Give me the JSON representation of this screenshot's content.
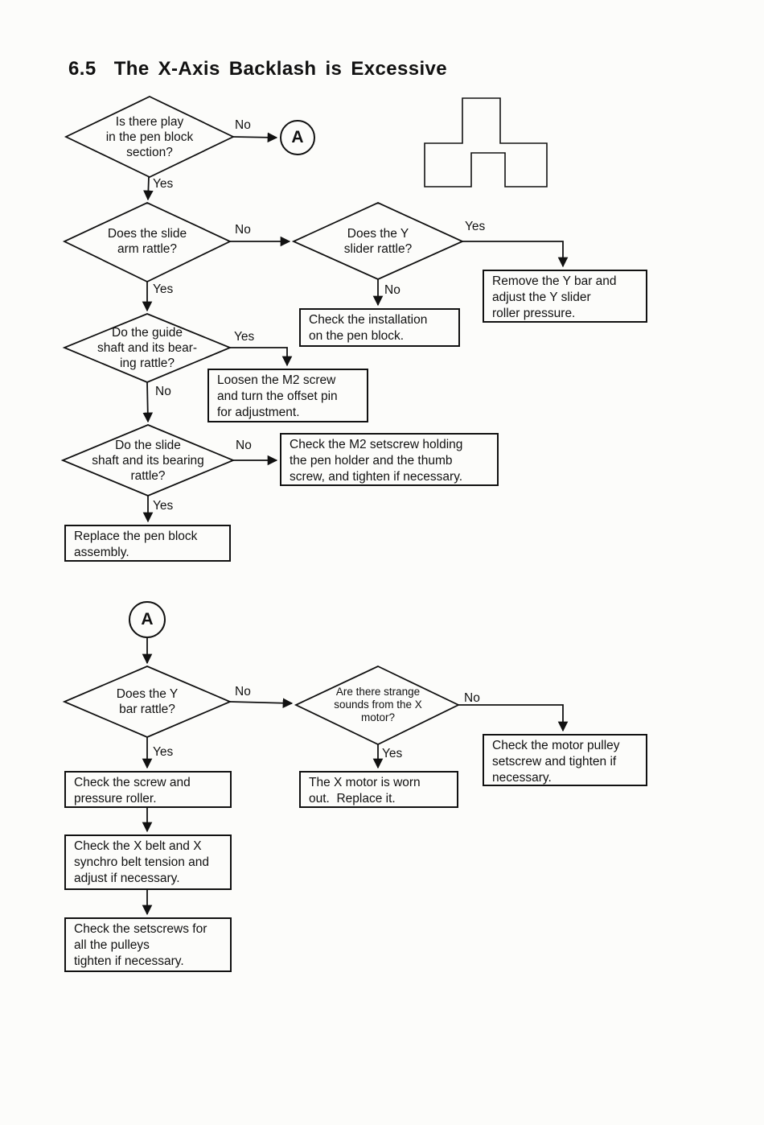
{
  "page": {
    "title": "6.5  The X-Axis Backlash is Excessive"
  },
  "colors": {
    "ink": "#111111",
    "paper": "#fcfcfa"
  },
  "connectors": {
    "a1": "A",
    "a2": "A"
  },
  "diamonds": [
    {
      "id": "play-in-pen-block",
      "text": "Is there play\nin the pen block\nsection?"
    },
    {
      "id": "slide-arm-rattle",
      "text": "Does the slide\narm rattle?"
    },
    {
      "id": "y-slider-rattle",
      "text": "Does the Y\nslider rattle?"
    },
    {
      "id": "guide-shaft-bearing-rattle",
      "text": "Do the guide\nshaft and its bear-\ning rattle?"
    },
    {
      "id": "slide-shaft-bearing-rattle",
      "text": "Do the slide\nshaft and its bearing\nrattle?"
    },
    {
      "id": "y-bar-rattle",
      "text": "Does the Y\nbar rattle?"
    },
    {
      "id": "strange-sounds-x-motor",
      "text": "Are there strange\nsounds from the X\nmotor?"
    }
  ],
  "boxes": [
    {
      "id": "remove-y-bar",
      "text": "Remove the Y bar and\nadjust the Y slider\nroller pressure."
    },
    {
      "id": "check-installation",
      "text": "Check the installation\non the pen block."
    },
    {
      "id": "loosen-m2-screw",
      "text": "Loosen the M2 screw\nand turn the offset pin\nfor adjustment."
    },
    {
      "id": "check-m2-setscrew",
      "text": "Check the M2 setscrew holding\nthe pen holder and the thumb\nscrew, and tighten if necessary."
    },
    {
      "id": "replace-pen-block",
      "text": "Replace the pen block\nassembly."
    },
    {
      "id": "check-motor-pulley",
      "text": "Check the motor pulley\nsetscrew and tighten if\nnecessary."
    },
    {
      "id": "x-motor-worn-out",
      "text": "The X motor is worn\nout.  Replace it."
    },
    {
      "id": "check-screw-pressure",
      "text": "Check the screw and\npressure roller."
    },
    {
      "id": "check-x-belt-tension",
      "text": "Check the X belt and X\nsynchro belt tension and\nadjust if necessary."
    },
    {
      "id": "check-setscrews-pulleys",
      "text": "Check the setscrews for\nall the pulleys\ntighten if necessary."
    }
  ],
  "edge_labels": {
    "d1_no": "No",
    "d1_yes": "Yes",
    "d2_no": "No",
    "d2_yes": "Yes",
    "d3_yes": "Yes",
    "d3_no": "No",
    "d4_yes": "Yes",
    "d4_no": "No",
    "d5_no": "No",
    "d5_yes": "Yes",
    "d6_no": "No",
    "d6_yes": "Yes",
    "d7_no": "No",
    "d7_yes": "Yes"
  }
}
